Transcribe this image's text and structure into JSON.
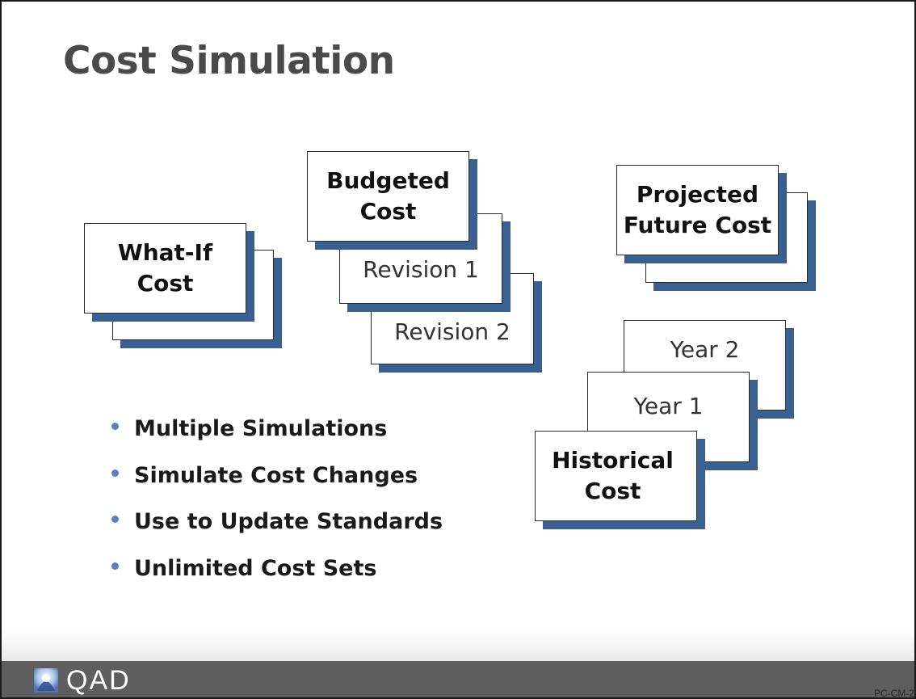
{
  "title": "Cost Simulation",
  "cards": {
    "what_if_back": "",
    "what_if": "What-If\nCost",
    "revision_2": "Revision 2",
    "revision_1": "Revision 1",
    "budgeted": "Budgeted\nCost",
    "projected_back": "",
    "projected": "Projected\nFuture Cost",
    "year_2": "Year 2",
    "year_1": "Year 1",
    "historical": "Historical\nCost"
  },
  "bullets": [
    "Multiple Simulations",
    "Simulate Cost Changes",
    "Use to Update Standards",
    "Unlimited Cost Sets"
  ],
  "footer": {
    "logo_text": "QAD",
    "slide_id": "PC-CM-2"
  },
  "colors": {
    "shadow": "#3a5f91",
    "bullet_dot": "#5b7fbf",
    "title": "#4a4a4a",
    "footer_bar": "#5e5e5e"
  }
}
